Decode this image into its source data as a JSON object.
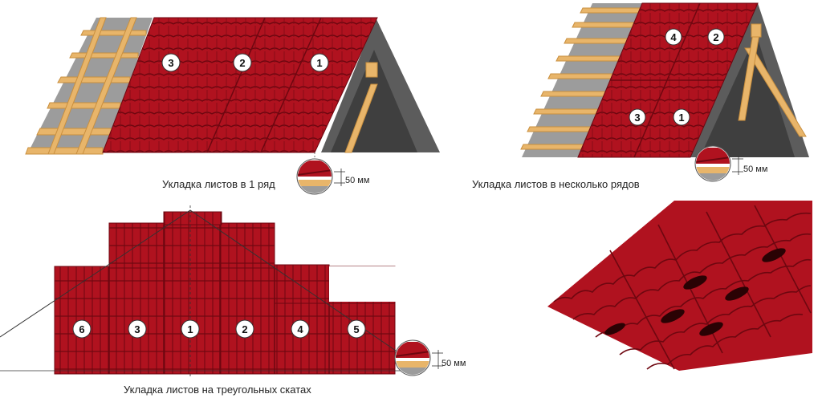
{
  "captions": {
    "one_row": "Укладка листов в 1 ряд",
    "several_rows": "Укладка листов в несколько рядов",
    "triangular": "Укладка листов на треугольных скатах"
  },
  "panel_one_row": {
    "sheet_numbers": [
      "3",
      "2",
      "1"
    ],
    "overhang_label": "50 мм"
  },
  "panel_several_rows": {
    "sheet_numbers": [
      "4",
      "2",
      "3",
      "1"
    ],
    "overhang_label": "50 мм"
  },
  "panel_triangular": {
    "sheet_numbers": [
      "6",
      "3",
      "1",
      "2",
      "4",
      "5"
    ],
    "overhang_label": "50 мм"
  },
  "colors": {
    "tile": "#b0121f",
    "tile_dark": "#7d0a14",
    "wood": "#e8b56a",
    "felt": "#9a9a9a",
    "gable": "#5a5a5a"
  },
  "icons": [
    "zoom-circle-overhang",
    "footprint-marks"
  ]
}
